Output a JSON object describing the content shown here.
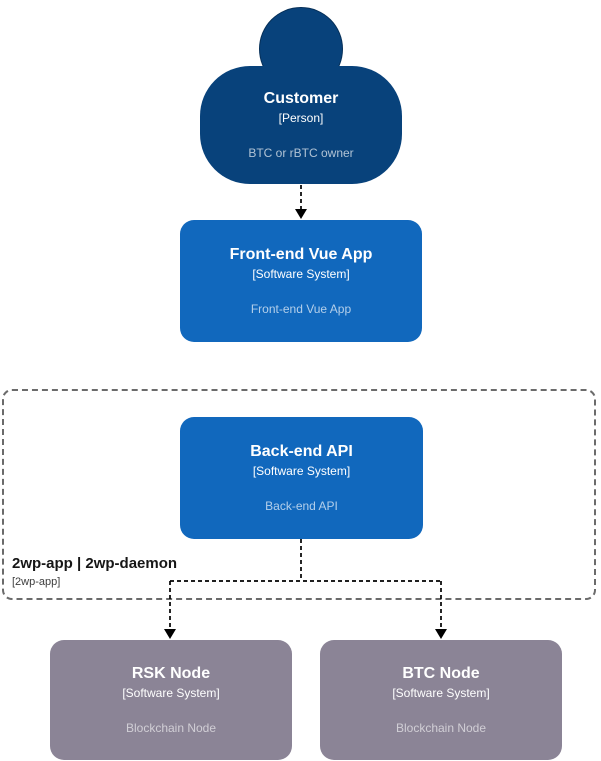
{
  "colors": {
    "person_fill": "#08427b",
    "system_fill": "#1168bd",
    "blockchain_node_fill": "#8b8496",
    "connector": "#000000",
    "boundary_border": "#6b6b6b",
    "boundary_text": "#161616"
  },
  "person": {
    "name": "Customer",
    "type": "[Person]",
    "description": "BTC or rBTC owner"
  },
  "systems": {
    "frontend": {
      "name": "Front-end Vue App",
      "type": "[Software System]",
      "description": "Front-end Vue App"
    },
    "backend": {
      "name": "Back-end API",
      "type": "[Software System]",
      "description": "Back-end API"
    },
    "rsk": {
      "name": "RSK Node",
      "type": "[Software System]",
      "description": "Blockchain Node"
    },
    "btc": {
      "name": "BTC Node",
      "type": "[Software System]",
      "description": "Blockchain Node"
    }
  },
  "boundary": {
    "name": "2wp-app | 2wp-daemon",
    "type": "[2wp-app]"
  }
}
